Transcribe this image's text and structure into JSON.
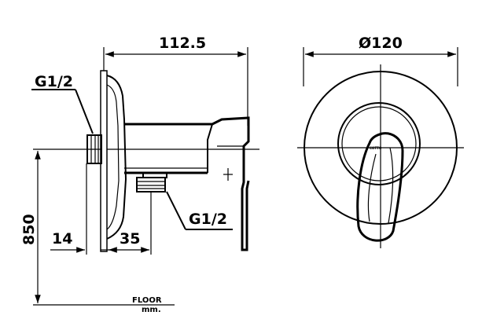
{
  "side_view": {
    "overall_depth": "112.5",
    "inlet_thread": "G1/2",
    "outlet_thread": "G1/2",
    "height_from_floor": "850",
    "wall_plate_offset": "14",
    "outlet_offset": "35",
    "floor_label": "FLOOR",
    "unit_label": "mm."
  },
  "front_view": {
    "diameter": "Ø120",
    "brand_mark": "COTTO"
  }
}
